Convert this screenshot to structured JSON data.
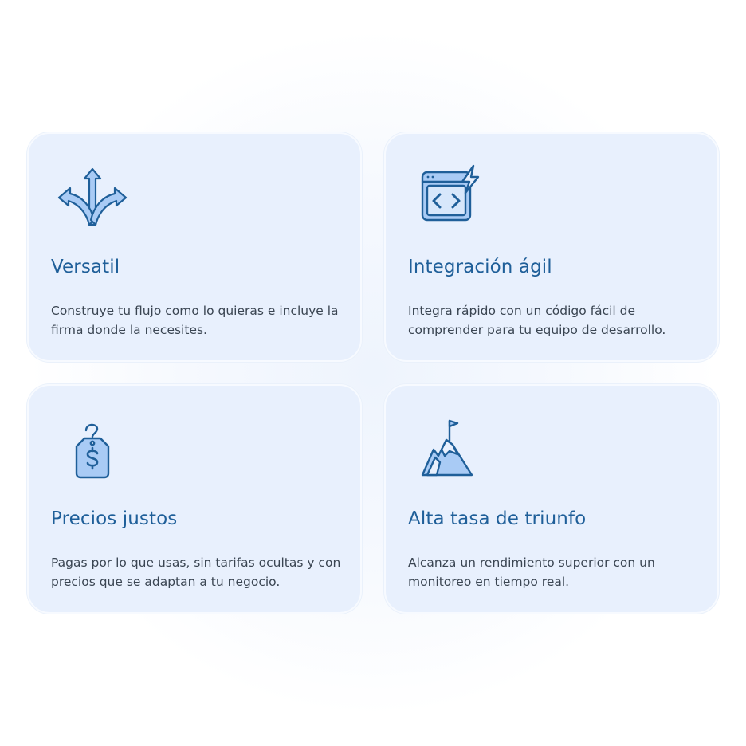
{
  "colors": {
    "card_background": "#e8f0fd",
    "title": "#1f5f99",
    "body_text": "#3a4552",
    "icon_stroke": "#1f5f99",
    "icon_fill": "#a9cbf5"
  },
  "features": [
    {
      "icon": "split-arrows-icon",
      "title": "Versatil",
      "description": "Construye tu flujo como lo quieras e incluye la firma donde la necesites."
    },
    {
      "icon": "code-window-icon",
      "title": "Integración ágil",
      "description": "Integra rápido con un código fácil de comprender para tu equipo de desarrollo."
    },
    {
      "icon": "price-tag-icon",
      "title": "Precios justos",
      "description": "Pagas por lo que usas, sin tarifas ocultas y con precios que se adaptan a tu negocio."
    },
    {
      "icon": "mountain-flag-icon",
      "title": "Alta tasa de triunfo",
      "description": "Alcanza un rendimiento superior con un monitoreo en tiempo real."
    }
  ]
}
